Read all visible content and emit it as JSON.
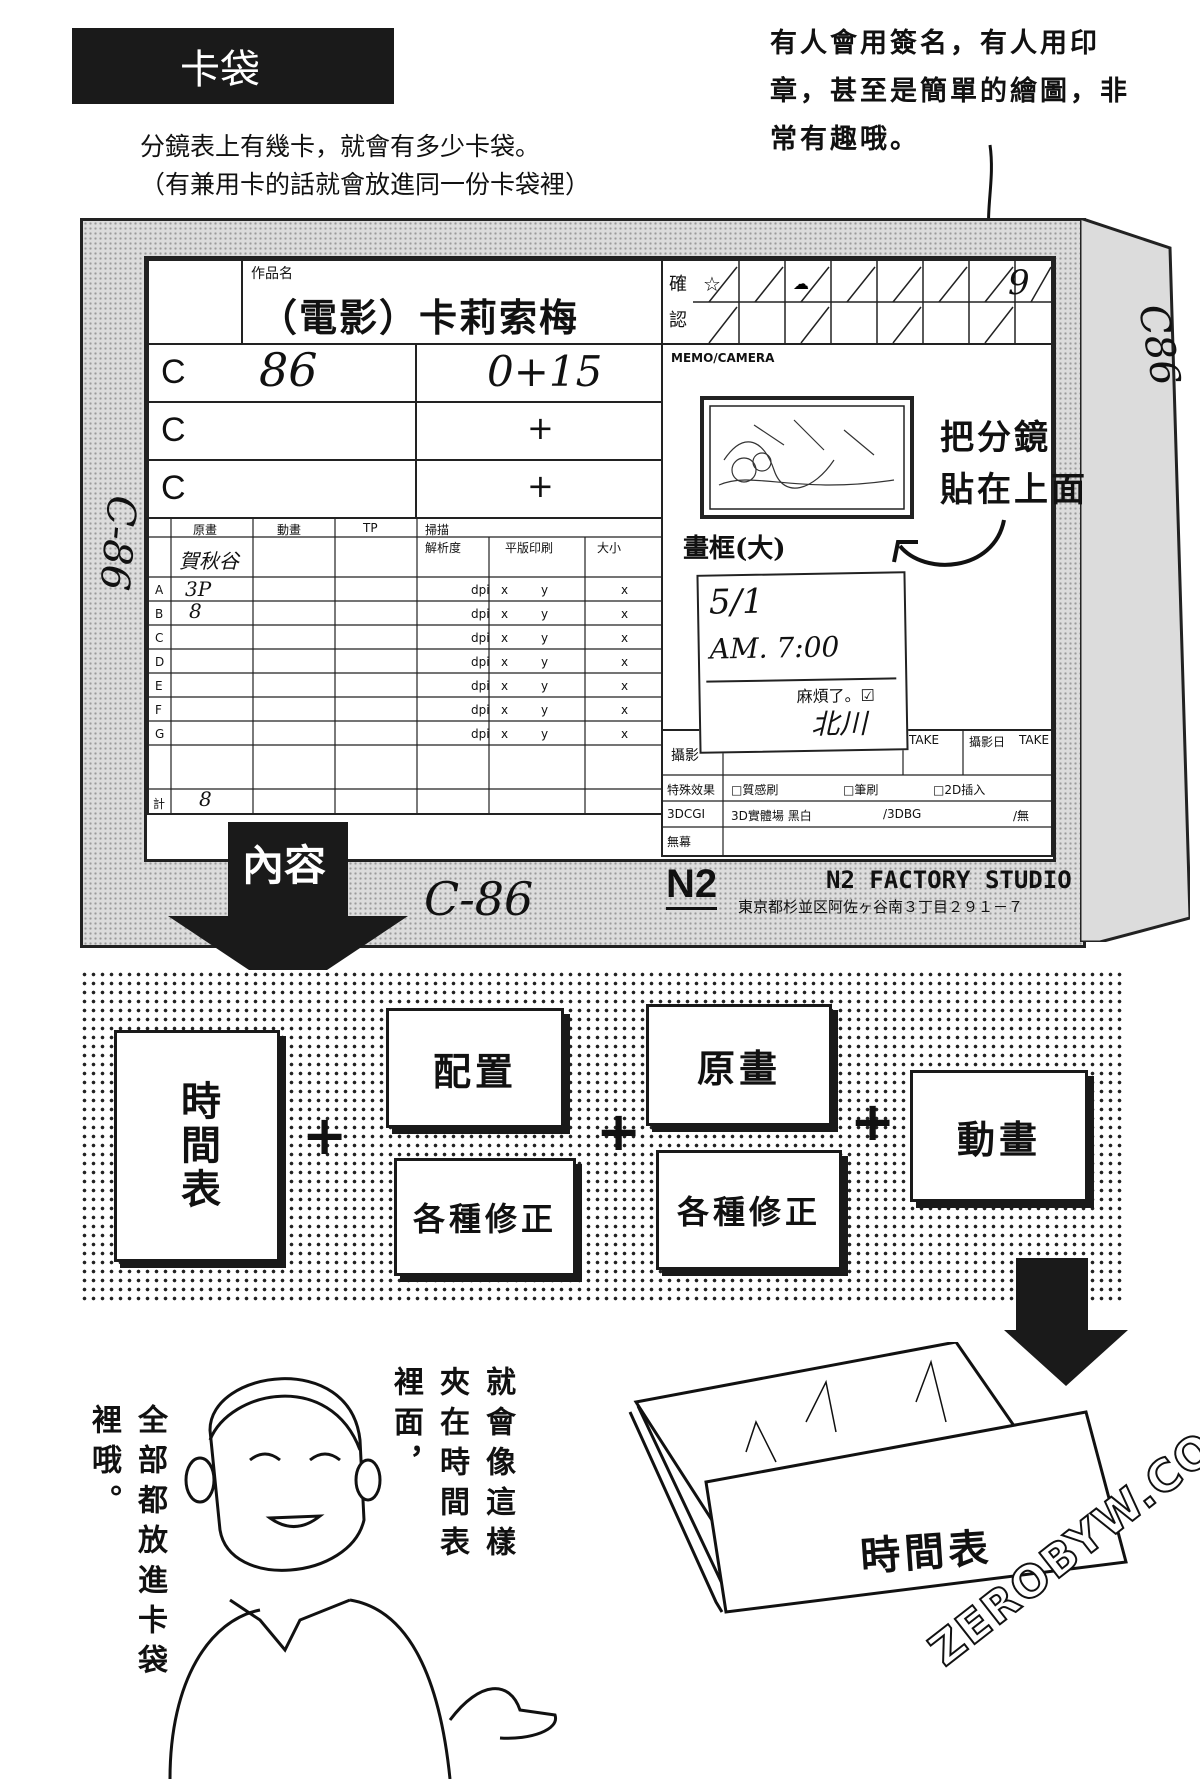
{
  "header": {
    "section_title": "卡袋"
  },
  "intro": {
    "line1": "分鏡表上有幾卡，就會有多少卡袋。",
    "line2": "（有兼用卡的話就會放進同一份卡袋裡）"
  },
  "top_note": "有人會用簽名，有人用印章，甚至是簡單的繪圖，非常有趣哦。",
  "envelope": {
    "title_caption": "作品名",
    "title": "（電影）卡莉索梅",
    "cut_rows": [
      {
        "letter": "C",
        "number": "86",
        "time": "0+15"
      },
      {
        "letter": "C",
        "number": "",
        "time": "+"
      },
      {
        "letter": "C",
        "number": "",
        "time": "+"
      }
    ],
    "confirm_label": "確認",
    "memo_label": "MEMO/CAMERA",
    "paste_note": [
      "把分鏡",
      "貼在上面"
    ],
    "frame_label": "畫框(大)",
    "sticky": {
      "date": "5/1",
      "time": "AM. 7:00",
      "note": "麻煩了。☑",
      "name": "北川"
    },
    "columns": [
      "原畫",
      "動畫",
      "TP",
      "掃描"
    ],
    "sub_columns": [
      "解析度",
      "平版印刷",
      "大小"
    ],
    "first_row_note": "賀秋谷",
    "row_letters": [
      "A",
      "B",
      "C",
      "D",
      "E",
      "F",
      "G"
    ],
    "row_notes": [
      "3P",
      "8",
      "",
      "",
      "",
      "",
      ""
    ],
    "dpi_label": "dpi",
    "x_label": "x",
    "y_label": "y",
    "total_label": "計",
    "total_value": "8",
    "bottom_rows": [
      "攝影",
      "特殊效果",
      "3DCGI",
      "無幕"
    ],
    "checks": [
      "□質感刷",
      "□筆刷",
      "□2D插入"
    ],
    "cg_note": "3D實體場 黑白",
    "bg_note": "/3DBG",
    "none_label": "/無",
    "take_labels": [
      "TAKE",
      "攝影日",
      "TAKE"
    ],
    "side_code": "C-86",
    "bottom_code": "C-86",
    "flap_code": "C86",
    "studio_logo": "N2",
    "studio_name": "N2 FACTORY STUDIO",
    "studio_address": "東京都杉並区阿佐ヶ谷南３丁目２９１－７",
    "signature": "9"
  },
  "contents_arrow": "內容",
  "contents": {
    "timesheet": "時間表",
    "layout": "配置",
    "key_anim": "原畫",
    "fix1": "各種修正",
    "fix2": "各種修正",
    "inbetween": "動畫",
    "plus": "+"
  },
  "bottom": {
    "left_bubble": "全部都放進卡袋裡哦。",
    "right_bubble": "就會像這樣夾在時間表裡面，",
    "folder_label": "時間表",
    "watermark": "ZEROBYW.COM"
  }
}
